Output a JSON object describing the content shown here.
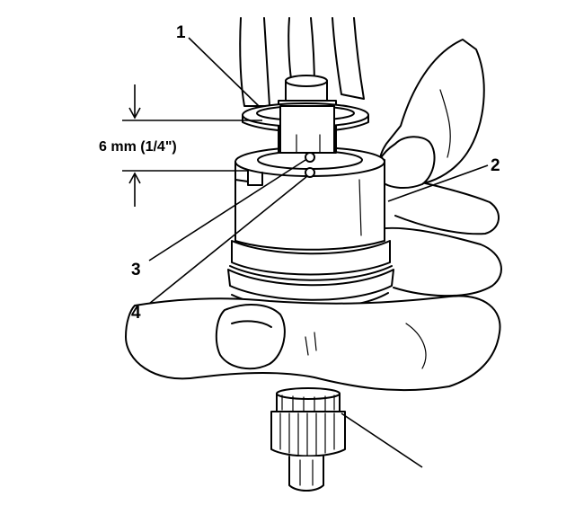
{
  "callouts": [
    {
      "id": "1",
      "text": "1"
    },
    {
      "id": "2",
      "text": "2"
    },
    {
      "id": "3",
      "text": "3"
    },
    {
      "id": "4",
      "text": "4"
    }
  ],
  "dimension": {
    "text": "6 mm (1/4\")"
  },
  "colors": {
    "ink": "#000000",
    "paper": "#ffffff"
  }
}
